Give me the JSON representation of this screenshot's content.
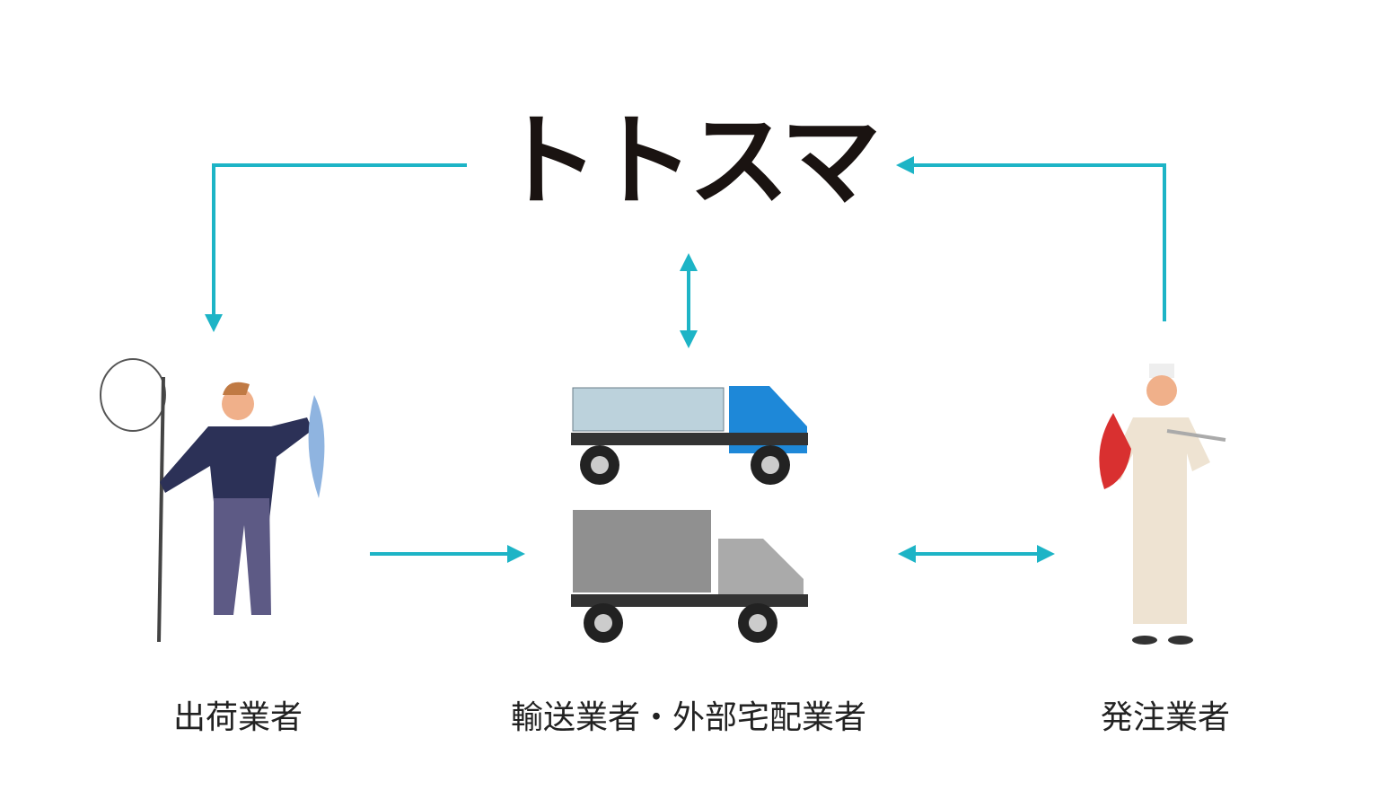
{
  "logo": {
    "text": "トトスマ"
  },
  "nodes": {
    "shipper": "出荷業者",
    "transport": "輸送業者・外部宅配業者",
    "orderer": "発注業者"
  },
  "colors": {
    "arrow": "#1db4c6",
    "logo": "#1a1311"
  }
}
